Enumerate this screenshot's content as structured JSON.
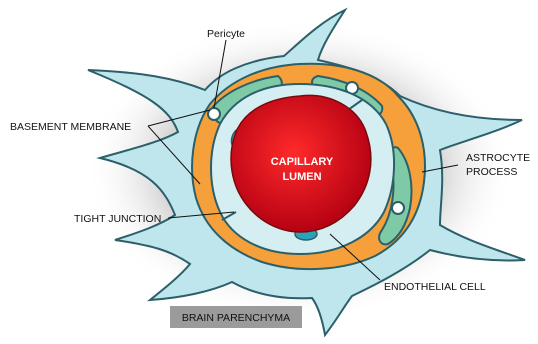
{
  "labels": {
    "pericyte": "Pericyte",
    "basement_membrane": "BASEMENT MEMBRANE",
    "astrocyte_line1": "ASTROCYTE",
    "astrocyte_line2": "PROCESS",
    "tight_junction": "TIGHT JUNCTION",
    "endothelial_cell": "ENDOTHELIAL CELL",
    "lumen_line1": "CAPILLARY",
    "lumen_line2": "LUMEN",
    "brain_parenchyma": "BRAIN PARENCHYMA"
  },
  "colors": {
    "astrocyte_fill": "#bfe6ec",
    "astrocyte_stroke": "#2b5f6a",
    "basement_membrane": "#f5a03a",
    "pericyte": "#7ec9a6",
    "endothelial": "#d4eef2",
    "nucleus": "#2aa3b8",
    "lumen_outer": "#b30012",
    "lumen_inner": "#ff2a2a",
    "parenchyma_box": "#9b9b9b",
    "halo": "#4a4a4a"
  }
}
